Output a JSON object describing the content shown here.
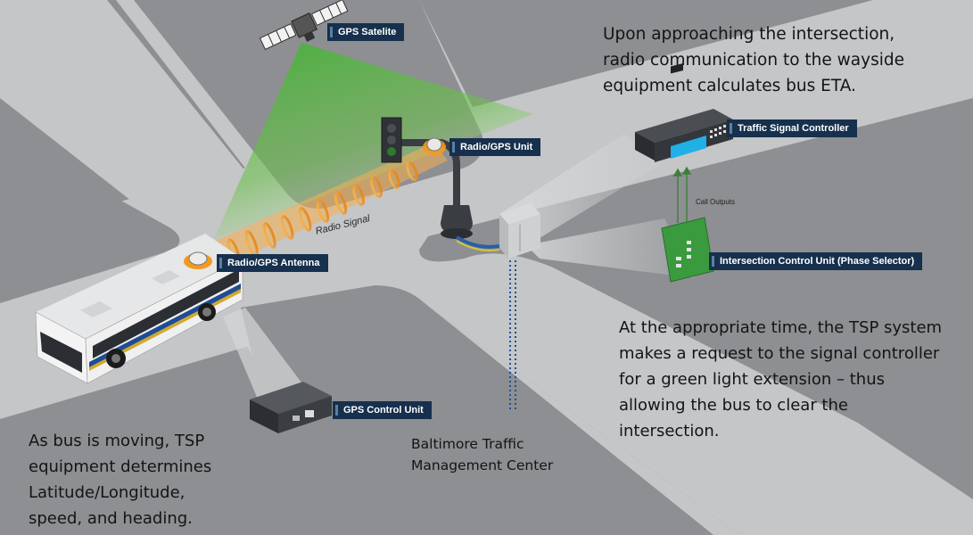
{
  "labels": {
    "gps_satellite": "GPS Satelite",
    "radio_gps_unit": "Radio/GPS Unit",
    "radio_gps_antenna": "Radio/GPS Antenna",
    "gps_control_unit": "GPS Control Unit",
    "traffic_signal_controller": "Traffic Signal Controller",
    "intersection_control_unit": "Intersection Control Unit (Phase Selector)",
    "call_outputs": "Call Outputs",
    "radio_signal": "Radio Signal"
  },
  "notes": {
    "top": [
      "Upon approaching the intersection,",
      "radio communication to the wayside",
      "equipment calculates bus ETA."
    ],
    "right": [
      "At the appropriate time, the TSP system",
      "makes a request to the signal controller",
      "for a green light extension – thus",
      "allowing the bus to clear the",
      "intersection."
    ],
    "left": [
      "As bus is moving, TSP",
      "equipment determines",
      "Latitude/Longitude,",
      "speed, and heading."
    ],
    "center": [
      "Baltimore Traffic",
      "Management Center"
    ]
  },
  "colors": {
    "road": "#c4c6c8",
    "block": "#8d8f92",
    "label_bg": "#16304d",
    "gps_beam": "#3fb035",
    "radio_beam": "#f39a1e"
  }
}
